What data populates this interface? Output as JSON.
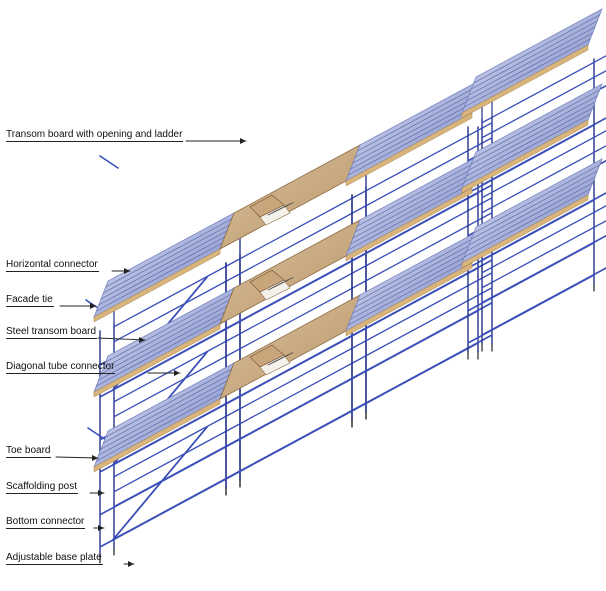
{
  "labels": {
    "transom_board_opening_ladder": "Transom board with opening and ladder",
    "horizontal_connector": "Horizontal connector",
    "facade_tie": "Facade tie",
    "steel_transom_board": "Steel transom board",
    "diagonal_tube_connector": "Diagonal tube connector",
    "toe_board": "Toe board",
    "scaffolding_post": "Scaffolding post",
    "bottom_connector": "Bottom connector",
    "adjustable_base_plate": "Adjustable base plate"
  },
  "colors": {
    "tube": "#3b4fb8",
    "tube_dark": "#24338a",
    "steel_board_light": "#e4e9f7",
    "steel_board_dark": "#7b88c4",
    "timber_board": "#c9a97c",
    "toe_board": "#d9b57b",
    "text": "#111111"
  }
}
